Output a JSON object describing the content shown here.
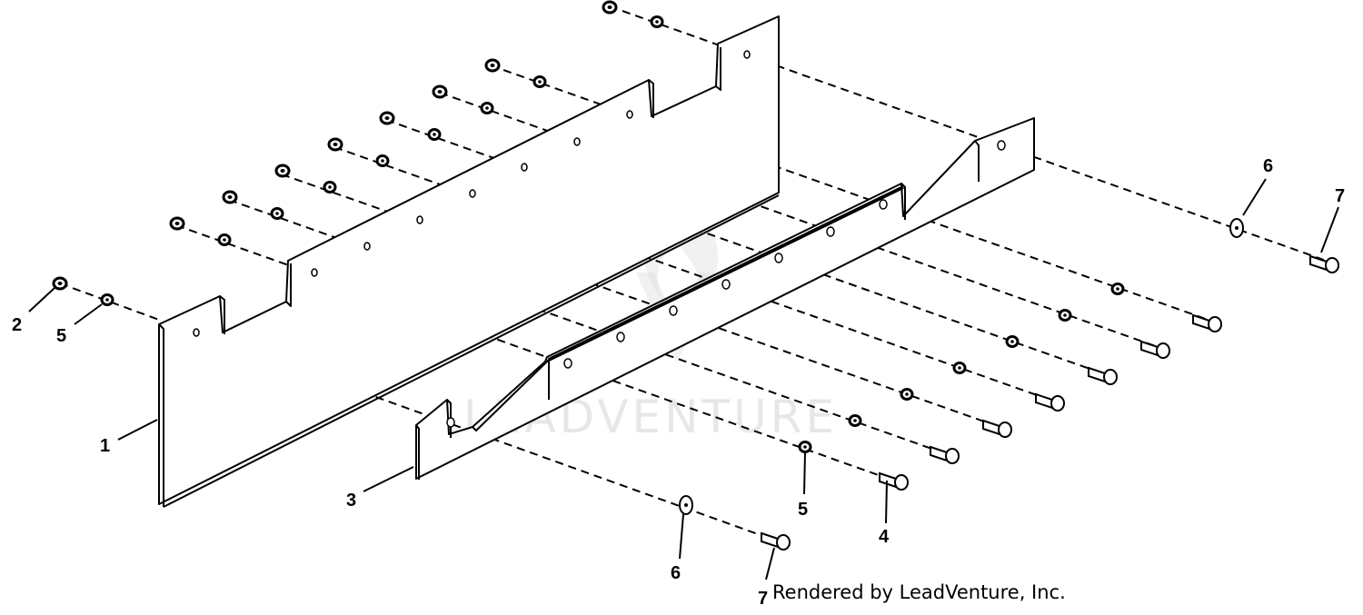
{
  "watermark_text": "LEADVENTURE",
  "credit_text": "Rendered by LeadVenture, Inc.",
  "callouts": {
    "c1": "1",
    "c2": "2",
    "c3": "3",
    "c4": "4",
    "c5a": "5",
    "c5b": "5",
    "c6a": "6",
    "c6b": "6",
    "c7a": "7",
    "c7b": "7"
  }
}
